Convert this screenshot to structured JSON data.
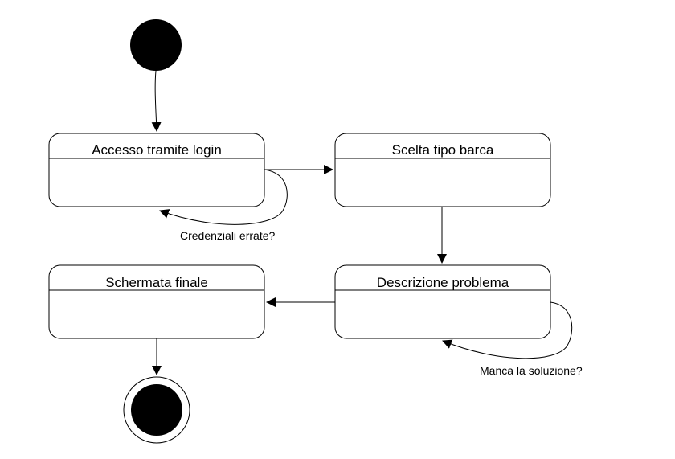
{
  "diagram": {
    "states": {
      "login": "Accesso tramite login",
      "boat": "Scelta tipo barca",
      "problem": "Descrizione problema",
      "final": "Schermata finale"
    },
    "labels": {
      "wrong_credentials": "Credenziali errate?",
      "missing_solution": "Manca la soluzione?"
    },
    "colors": {
      "stroke": "#000000",
      "fill": "#ffffff",
      "node": "#000000"
    }
  }
}
